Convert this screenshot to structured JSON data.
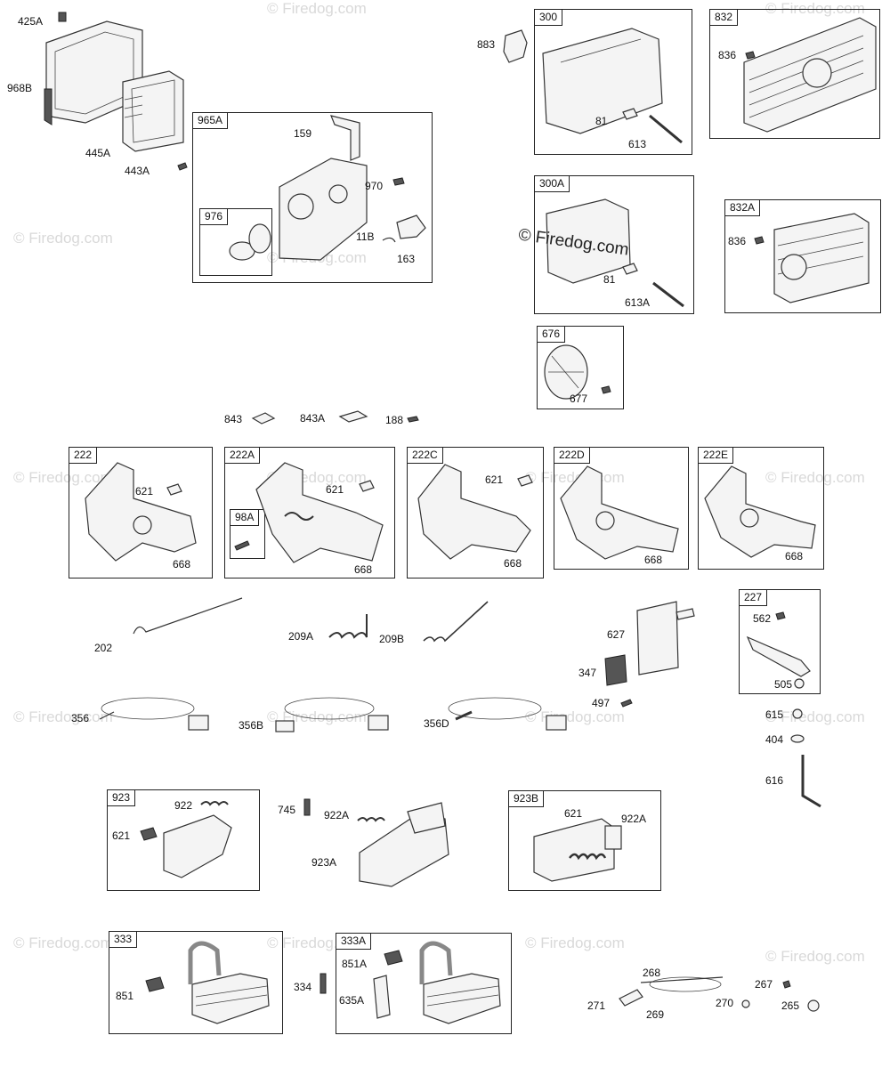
{
  "watermark": "© Firedog.com",
  "labels": {
    "l425A": "425A",
    "l968B": "968B",
    "l445A": "445A",
    "l443A": "443A",
    "l159": "159",
    "l970": "970",
    "l11B": "11B",
    "l163": "163",
    "l883": "883",
    "l81a": "81",
    "l613": "613",
    "l836a": "836",
    "l81b": "81",
    "l613A": "613A",
    "l836b": "836",
    "l677": "677",
    "l843": "843",
    "l843A": "843A",
    "l188": "188",
    "l621a": "621",
    "l668a": "668",
    "l621b": "621",
    "l668b": "668",
    "l621c": "621",
    "l668c": "668",
    "l668d": "668",
    "l668e": "668",
    "l202": "202",
    "l209A": "209A",
    "l209B": "209B",
    "l627": "627",
    "l347": "347",
    "l497": "497",
    "l562": "562",
    "l505": "505",
    "l615": "615",
    "l404": "404",
    "l616": "616",
    "l356": "356",
    "l356B": "356B",
    "l356D": "356D",
    "l922": "922",
    "l621d": "621",
    "l745": "745",
    "l922A": "922A",
    "l923A": "923A",
    "l621e": "621",
    "l922Ab": "922A",
    "l851": "851",
    "l334": "334",
    "l851A": "851A",
    "l635A": "635A",
    "l268": "268",
    "l271": "271",
    "l269": "269",
    "l270": "270",
    "l267": "267",
    "l265": "265"
  },
  "boxes": {
    "b965A": "965A",
    "b976": "976",
    "b300": "300",
    "b832": "832",
    "b300A": "300A",
    "b832A": "832A",
    "b676": "676",
    "b222": "222",
    "b222A": "222A",
    "b98A": "98A",
    "b222C": "222C",
    "b222D": "222D",
    "b222E": "222E",
    "b227": "227",
    "b923": "923",
    "b923B": "923B",
    "b333": "333",
    "b333A": "333A"
  }
}
